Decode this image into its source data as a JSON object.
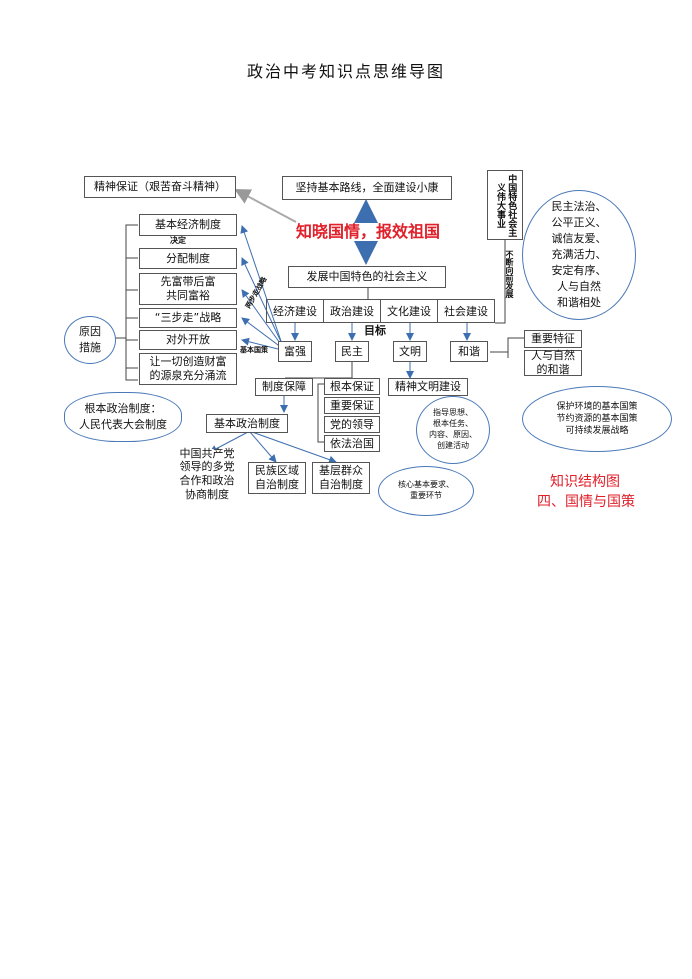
{
  "title": "政治中考知识点思维导图",
  "center_slogan": "知晓国情，报效祖国",
  "top": {
    "spirit": "精神保证（艰苦奋斗精神）",
    "basic_line": "坚持基本路线，全面建设小康",
    "socialism": "发展中国特色的社会主义",
    "cause": "中国特色社会主义伟大事业",
    "forward": "不断向前发展"
  },
  "constructions": [
    "经济建设",
    "政治建设",
    "文化建设",
    "社会建设"
  ],
  "goals": [
    "富强",
    "民主",
    "文明",
    "和谐"
  ],
  "goal_label": "目标",
  "left_items": [
    "基本经济制度",
    "分配制度",
    "先富带后富\n共同富裕",
    "“三步走”战略",
    "对外开放",
    "让一切创造财富\n的源泉充分涌流"
  ],
  "left_label_decide": "决定",
  "left_label_twosteps": "两步走战略",
  "left_label_basic_policy": "基本国策",
  "reason": "原因\n措施",
  "system_guarantee": "制度保障",
  "root_political": "根本政治制度：\n人民代表大会制度",
  "basic_political": "基本政治制度",
  "political_items": [
    "中国共产党\n领导的多党\n合作和政治\n协商制度",
    "民族区域\n自治制度",
    "基层群众\n自治制度"
  ],
  "democracy_items": [
    "根本保证",
    "重要保证",
    "党的领导",
    "依法治国"
  ],
  "core_note": "核心基本要求、\n重要环节",
  "spiritual": "精神文明建设",
  "spiritual_note": "指导思想、\n根本任务、\n内容、原因、\n创建活动",
  "feature": "重要特征",
  "nature": "人与自然\n的和谐",
  "harmony_bubble": "民主法治、\n公平正义、\n诚信友爱、\n充满活力、\n安定有序、\n人与自然\n和谐相处",
  "env_policy": "保护环境的基本国策\n节约资源的基本国策\n可持续发展战略",
  "structure_label": "知识结构图",
  "section_label": "四、国情与国策"
}
